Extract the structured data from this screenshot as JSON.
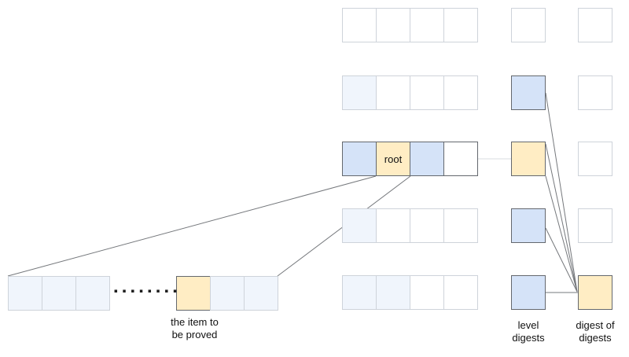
{
  "labels": {
    "root": "root",
    "item_line1": "the item to",
    "item_line2": "be proved",
    "level_line1": "level",
    "level_line2": "digests",
    "dod_line1": "digest of",
    "dod_line2": "digests",
    "ellipsis": "▪▪▪▪▪▪▪▪"
  },
  "colors": {
    "blue": "#d5e3f8",
    "faint": "#f0f5fc",
    "yellow": "#ffedc4",
    "white": "#ffffff",
    "bdark": "#64686e",
    "blight": "#ced3da",
    "ldark": "#75787c",
    "llight": "#d9dde2",
    "text": "#111111"
  },
  "structure": {
    "levels": [
      {
        "row_cells": [
          "white",
          "white",
          "white",
          "white"
        ],
        "level_digest": "white",
        "digest_column_cell": "white"
      },
      {
        "row_cells": [
          "faint",
          "white",
          "white",
          "white"
        ],
        "level_digest": "blue",
        "digest_column_cell": "white"
      },
      {
        "row_cells": [
          "blue",
          "yellow(root)",
          "blue",
          "white"
        ],
        "level_digest": "yellow",
        "digest_column_cell": "white"
      },
      {
        "row_cells": [
          "faint",
          "white",
          "white",
          "white"
        ],
        "level_digest": "blue",
        "digest_column_cell": "white"
      },
      {
        "row_cells": [
          "faint",
          "faint",
          "white",
          "white"
        ],
        "level_digest": "blue",
        "digest_column_cell": "yellow"
      }
    ],
    "bottom_left_row_cells": [
      "faint",
      "faint",
      "faint"
    ],
    "item_row_cells": [
      "yellow",
      "faint",
      "faint"
    ],
    "connections": [
      "root-row-bottom-left to bottom-list-left",
      "root-row-bottom-right to item-row-right",
      "root-row-right to yellow-level-digest",
      "level-digest-2 to digest-of-digests",
      "level-digest-3-top to digest-of-digests",
      "level-digest-3-bottom to digest-of-digests",
      "level-digest-4 to digest-of-digests",
      "level-digest-5 to digest-of-digests (horizontal)"
    ]
  }
}
